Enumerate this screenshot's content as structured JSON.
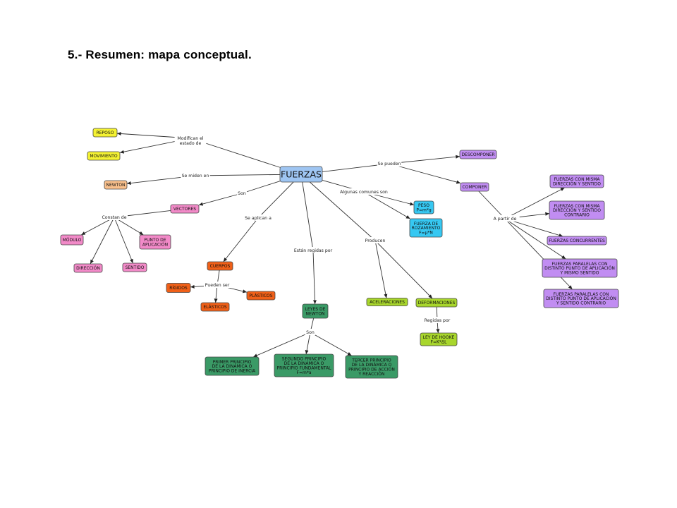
{
  "title": "5.- Resumen: mapa conceptual.",
  "colors": {
    "main": "#9ec5f2",
    "yellow": "#f4f232",
    "peach": "#f9c08c",
    "pink": "#f28ac8",
    "orange": "#f06018",
    "dark_green": "#3a9a66",
    "light_green": "#a8d62c",
    "cyan": "#36c8f2",
    "purple": "#c18df2"
  },
  "nodes": {
    "fuerzas": [
      "FUERZAS"
    ],
    "reposo": [
      "REPOSO"
    ],
    "movimiento": [
      "MOVIMIENTO"
    ],
    "newton": [
      "NEWTON"
    ],
    "vectores": [
      "VECTORES"
    ],
    "modulo": [
      "MÓDULO"
    ],
    "punto_aplicacion": [
      "PUNTO DE",
      "APLICACIÓN"
    ],
    "direccion": [
      "DIRECCIÓN"
    ],
    "sentido": [
      "SENTIDO"
    ],
    "cuerpos": [
      "CUERPOS"
    ],
    "rigidos": [
      "RÍGIDOS"
    ],
    "plasticos": [
      "PLÁSTICOS"
    ],
    "elasticos": [
      "ELÁSTICOS"
    ],
    "leyes_newton": [
      "LEYES DE",
      "NEWTON"
    ],
    "primer_principio": [
      "PRIMER PRINCIPIO",
      "DE LA DINÁMICA O",
      "PRINCIPIO DE INERCIA"
    ],
    "segundo_principio": [
      "SEGUNDO PRINCIPIO",
      "DE LA DINÁMICA O",
      "PRINCIPIO FUNDAMENTAL",
      "F=m*a"
    ],
    "tercer_principio": [
      "TERCER PRINCIPIO",
      "DE LA DINÁMICA O",
      "PRINCIPIO DE ACCIÓN",
      "Y REACCIÓN"
    ],
    "aceleraciones": [
      "ACELERACIONES"
    ],
    "deformaciones": [
      "DEFORMACIONES"
    ],
    "ley_hooke": [
      "LEY DE HOOKE",
      "F=K*ΔL"
    ],
    "peso": [
      "PESO",
      "P=m*g"
    ],
    "fuerza_rozamiento": [
      "FUERZA DE",
      "ROZAMIENTO",
      "F=μ*N"
    ],
    "descomponer": [
      "DESCOMPONER"
    ],
    "componer": [
      "COMPONER"
    ],
    "misma_dir_sentido": [
      "FUERZAS CON MISMA",
      "DIRECCIÓN Y SENTIDO"
    ],
    "misma_dir_contrario": [
      "FUERZAS CON MISMA",
      "DIRECCIÓN Y SENTIDO",
      "CONTRARIO"
    ],
    "concurrentes": [
      "FUERZAS CONCURRENTES"
    ],
    "paralelas_mismo": [
      "FUERZAS PARALELAS CON",
      "DISTINTO PUNTO DE APLICACIÓN",
      "Y MISMO SENTIDO"
    ],
    "paralelas_contrario": [
      "FUERZAS PARALELAS CON",
      "DISTINTO PUNTO DE APLICACIÓN",
      "Y SENTIDO CONTRARIO"
    ]
  },
  "link_labels": {
    "modifican": [
      "Modifican el",
      "estado de"
    ],
    "se_miden": [
      "Se miden en"
    ],
    "son_vectores": [
      "Son"
    ],
    "constan_de": [
      "Constan de"
    ],
    "se_aplican": [
      "Se aplican a"
    ],
    "pueden_ser": [
      "Pueden ser"
    ],
    "estan_regidas": [
      "Están regidas por"
    ],
    "son_leyes": [
      "Son"
    ],
    "producen": [
      "Producen"
    ],
    "regidas_por": [
      "Regidas por"
    ],
    "algunas_comunes": [
      "Algunas comunes son"
    ],
    "se_pueden": [
      "Se pueden"
    ],
    "a_partir_de": [
      "A partir de"
    ]
  }
}
